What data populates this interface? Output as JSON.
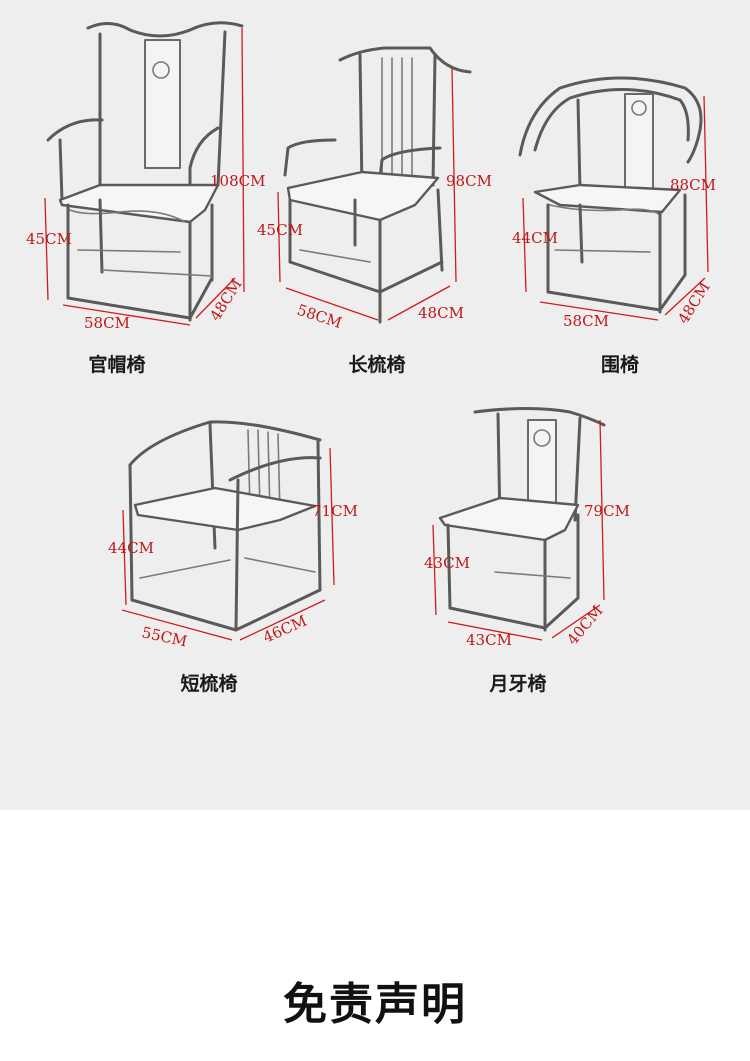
{
  "chairs": [
    {
      "name": "官帽椅",
      "height": "108CM",
      "seat_height": "45CM",
      "width": "58CM",
      "depth": "48CM"
    },
    {
      "name": "长梳椅",
      "height": "98CM",
      "seat_height": "45CM",
      "width": "58CM",
      "depth": "48CM"
    },
    {
      "name": "围椅",
      "height": "88CM",
      "seat_height": "44CM",
      "width": "58CM",
      "depth": "48CM"
    },
    {
      "name": "短梳椅",
      "height": "71CM",
      "seat_height": "44CM",
      "width": "55CM",
      "depth": "46CM"
    },
    {
      "name": "月牙椅",
      "height": "79CM",
      "seat_height": "43CM",
      "width": "43CM",
      "depth": "40CM"
    }
  ],
  "disclaimer": {
    "title": "免责声明"
  },
  "colors": {
    "dimension": "#c01818",
    "background": "#eeeeee"
  }
}
